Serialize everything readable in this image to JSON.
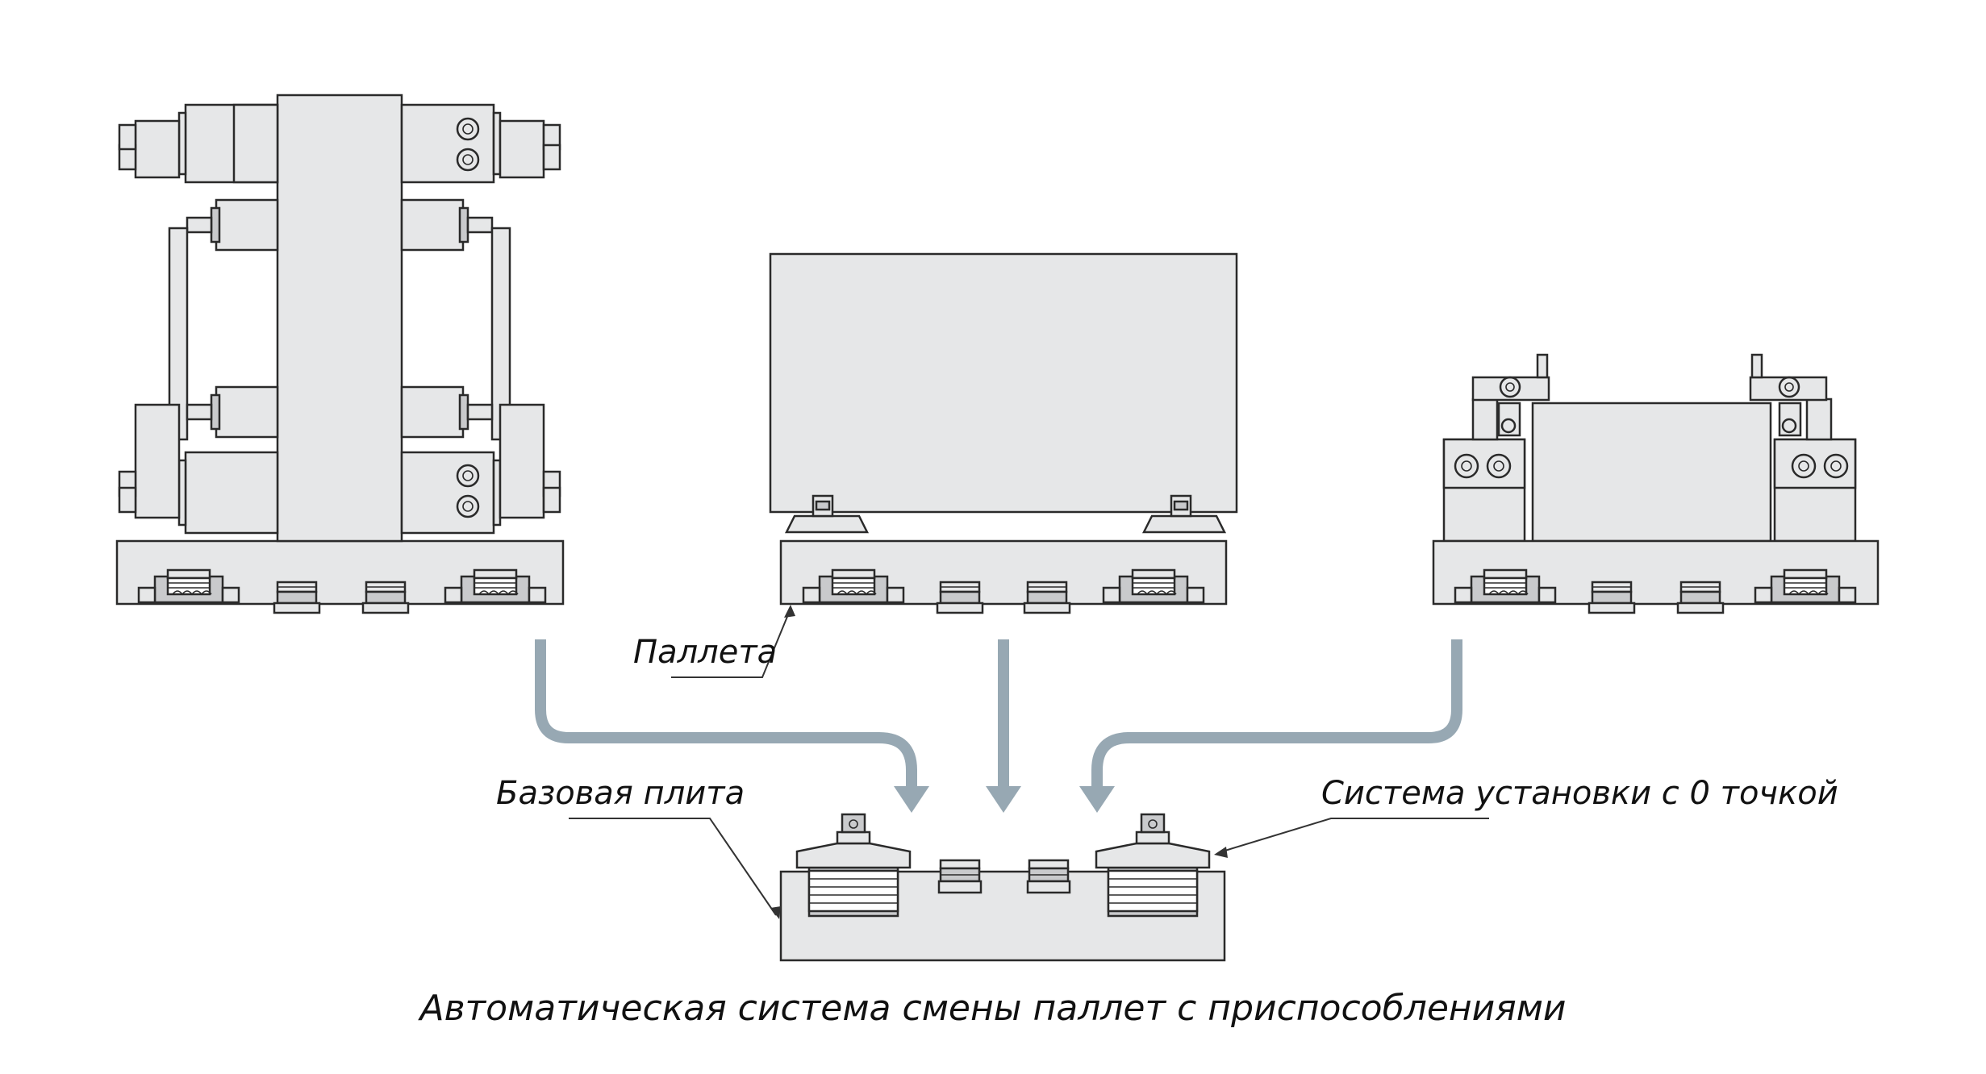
{
  "labels": {
    "pallet": "Паллета",
    "base_plate": "Базовая плита",
    "zero_point_system": "Система установки с 0 точкой",
    "caption": "Автоматическая система смены паллет с приспособлениями"
  },
  "colors": {
    "part_fill": "#e6e7e8",
    "outline": "#2a2a2a",
    "arrow": "#97a8b3",
    "background": "#ffffff"
  }
}
